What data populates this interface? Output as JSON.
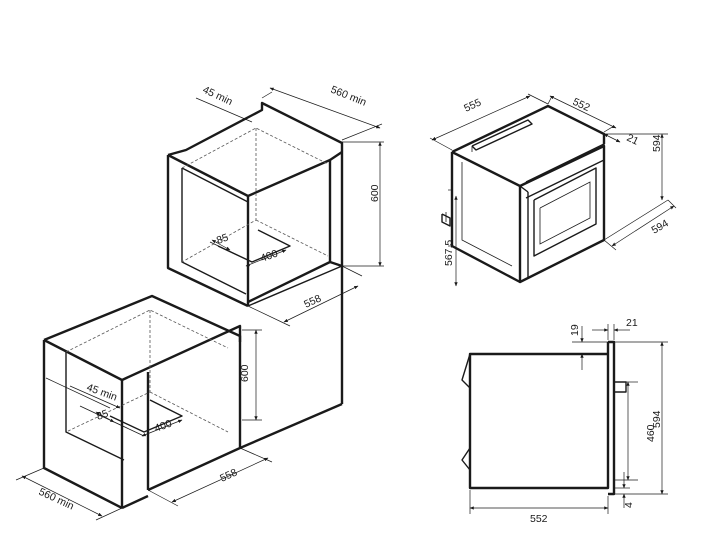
{
  "diagram": {
    "upper_cabinet": {
      "min_gap": "45 min",
      "depth": "560 min",
      "height": "600",
      "cutout_depth": "85",
      "cutout_width": "400",
      "width": "558"
    },
    "lower_cabinet": {
      "min_gap": "45 min",
      "depth": "560 min",
      "height": "600",
      "cutout_depth": "85",
      "cutout_width": "400",
      "width": "558"
    },
    "oven_iso": {
      "depth": "555",
      "width": "552",
      "front_depth": "21",
      "height": "594",
      "front_width": "594",
      "body_height": "567,5"
    },
    "oven_side": {
      "top_gap": "19",
      "front_thickness": "21",
      "inner_height": "460",
      "total_height": "594",
      "bottom_gap": "4",
      "depth": "552"
    }
  }
}
